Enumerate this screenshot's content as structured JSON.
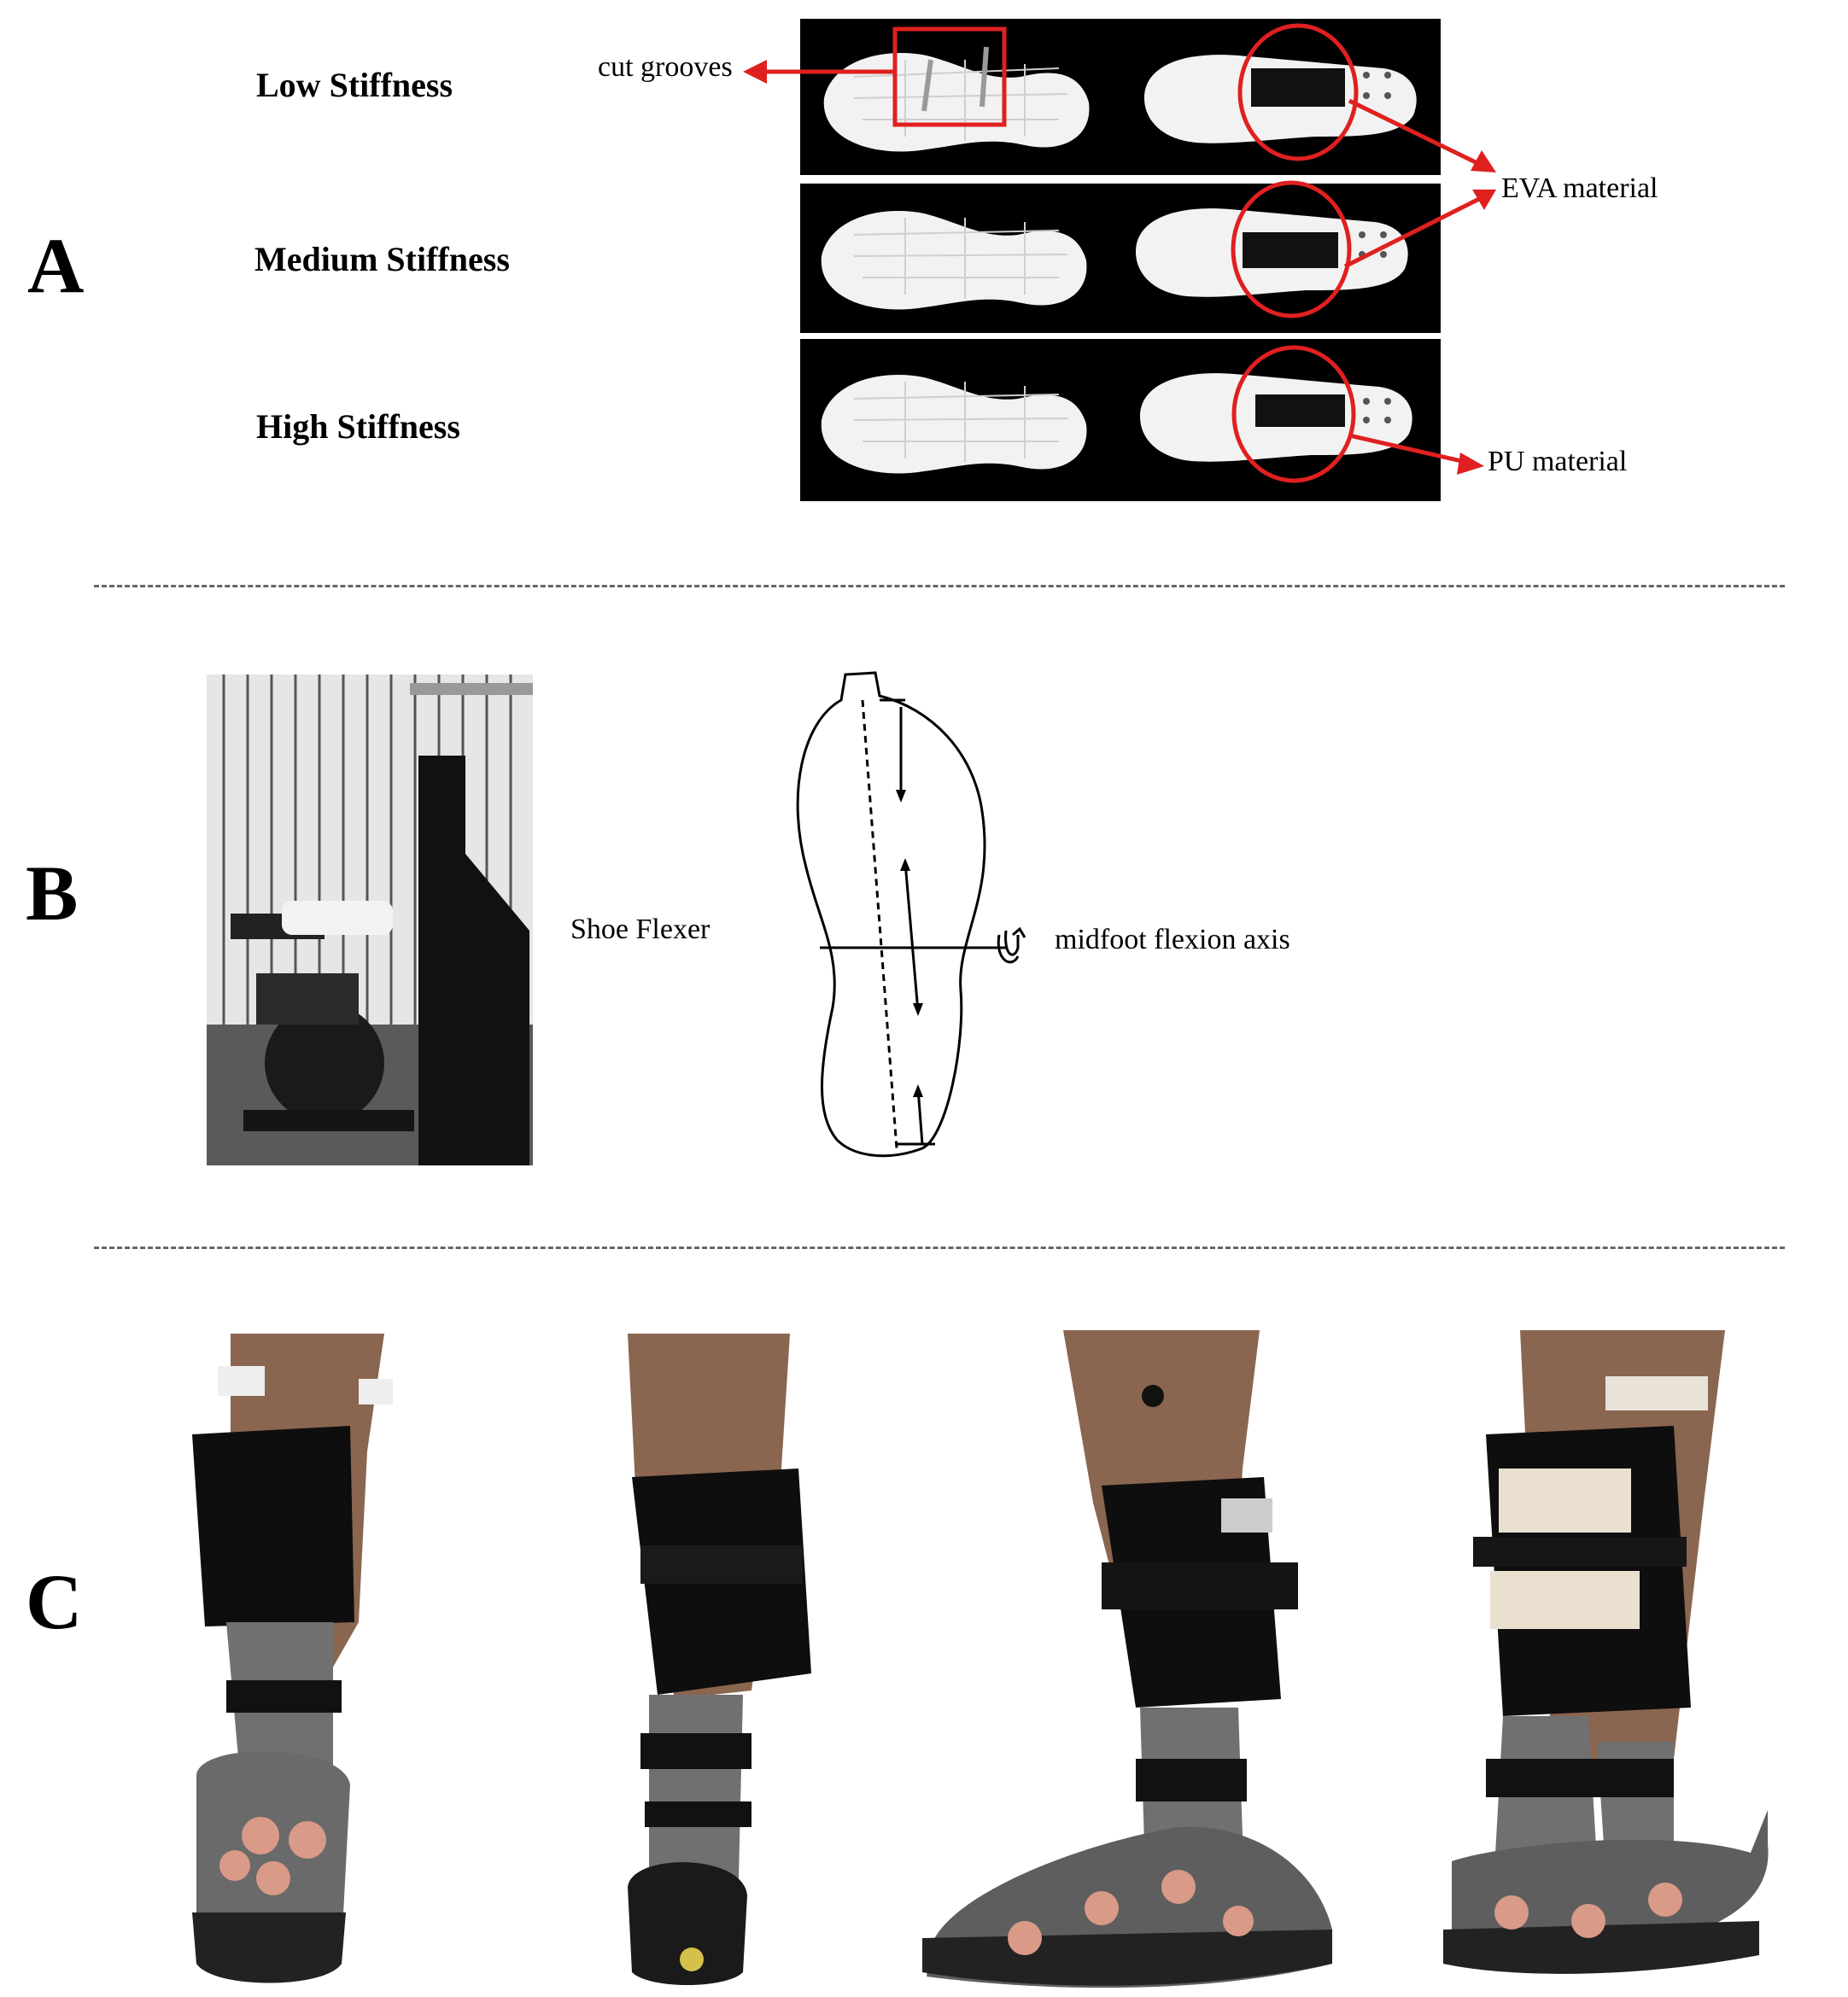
{
  "panel_a": {
    "letter": "A",
    "rows": [
      {
        "label": "Low Stiffness"
      },
      {
        "label": "Medium Stiffness"
      },
      {
        "label": "High Stiffness"
      }
    ],
    "callouts": {
      "cut_grooves": "cut grooves",
      "eva": "EVA material",
      "pu": "PU material"
    },
    "accent_color": "#e02020"
  },
  "panel_b": {
    "letter": "B",
    "flexer_label": "Shoe Flexer",
    "axis_label": "midfoot flexion axis"
  },
  "panel_c": {
    "letter": "C"
  }
}
